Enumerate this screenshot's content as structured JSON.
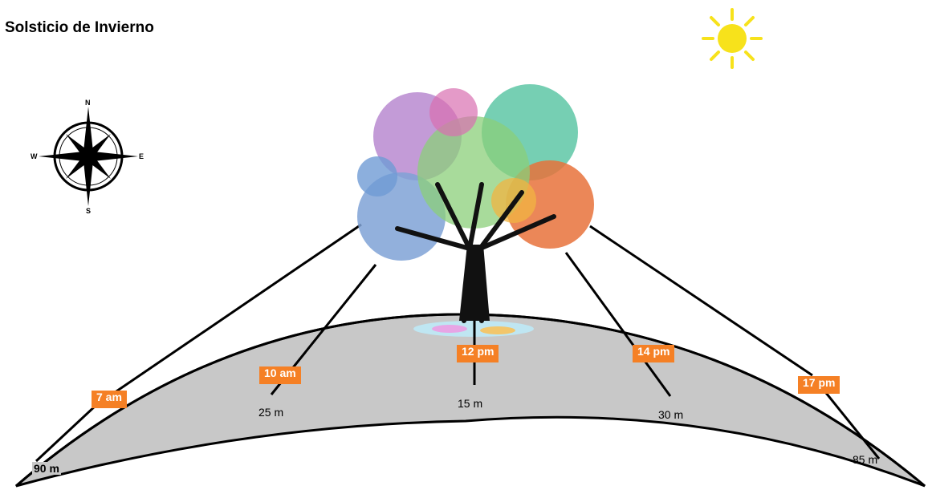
{
  "title": "Solsticio de Invierno",
  "compass": {
    "north": "N",
    "south": "S",
    "east": "E",
    "west": "W"
  },
  "shadows": [
    {
      "time": "7 am",
      "length": "90 m"
    },
    {
      "time": "10 am",
      "length": "25 m"
    },
    {
      "time": "12 pm",
      "length": "15 m"
    },
    {
      "time": "14 pm",
      "length": "30 m"
    },
    {
      "time": "17 pm",
      "length": "85 m"
    }
  ],
  "colors": {
    "label_bg": "#f58025",
    "ground": "#c8c8c8",
    "sun": "#f7e21b",
    "trunk": "#111111"
  },
  "icons": [
    "sun-icon",
    "compass-rose-icon",
    "tree-illustration"
  ]
}
